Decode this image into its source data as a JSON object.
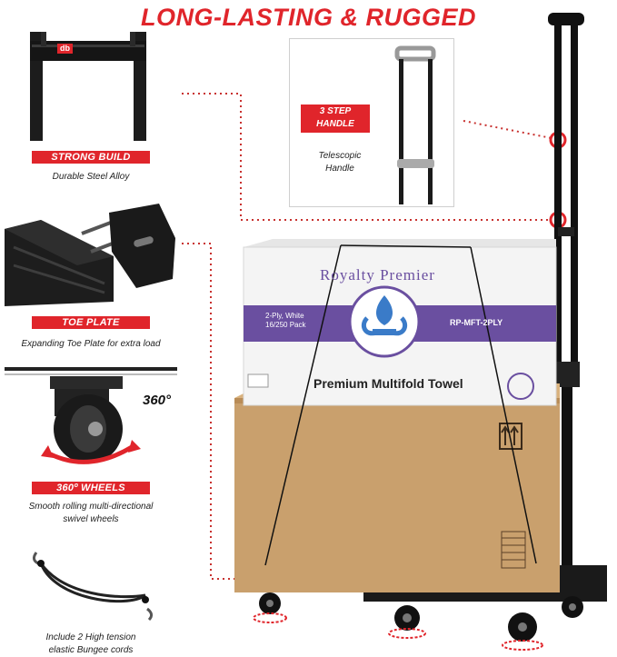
{
  "title": "LONG-LASTING & RUGGED",
  "features": [
    {
      "badge": "STRONG BUILD",
      "caption": "Durable Steel Alloy"
    },
    {
      "badge": "TOE PLATE",
      "caption": "Expanding Toe Plate for extra load"
    },
    {
      "badge": "360º WHEELS",
      "caption_line1": "Smooth rolling multi-directional",
      "caption_line2": "swivel wheels",
      "rotation_label": "360°"
    },
    {
      "caption_line1": "Include 2 High tension",
      "caption_line2": "elastic Bungee cords"
    }
  ],
  "handle": {
    "badge_line1": "3 STEP",
    "badge_line2": "HANDLE",
    "caption_line1": "Telescopic",
    "caption_line2": "Handle"
  },
  "top_box": {
    "brand": "Royalty Premier",
    "spec_line1": "2-Ply, White",
    "spec_line2": "16/250 Pack",
    "sku": "RP-MFT-2PLY",
    "product": "Premium Multifold Towel"
  },
  "logo_text": "db",
  "colors": {
    "accent": "#e0252b",
    "dotted": "#c8312f",
    "cardboard": "#c9a06d",
    "purple": "#6a4fa0"
  }
}
